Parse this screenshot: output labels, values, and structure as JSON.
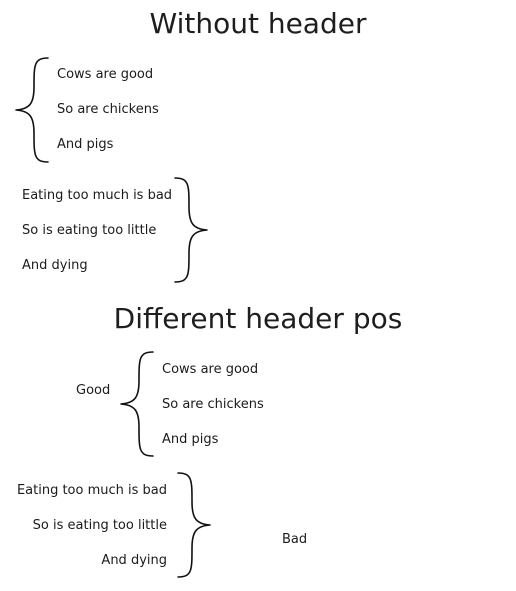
{
  "sections": [
    {
      "title": "Without header",
      "groups": [
        {
          "header": "",
          "items": [
            "Cows are good",
            "So are chickens",
            "And pigs"
          ]
        },
        {
          "header": "",
          "items": [
            "Eating too much is bad",
            "So is eating too little",
            "And dying"
          ]
        }
      ]
    },
    {
      "title": "Different header pos",
      "groups": [
        {
          "header": "Good",
          "items": [
            "Cows are good",
            "So are chickens",
            "And pigs"
          ]
        },
        {
          "header": "Bad",
          "items": [
            "Eating too much is bad",
            "So is eating too little",
            "And dying"
          ]
        }
      ]
    }
  ]
}
